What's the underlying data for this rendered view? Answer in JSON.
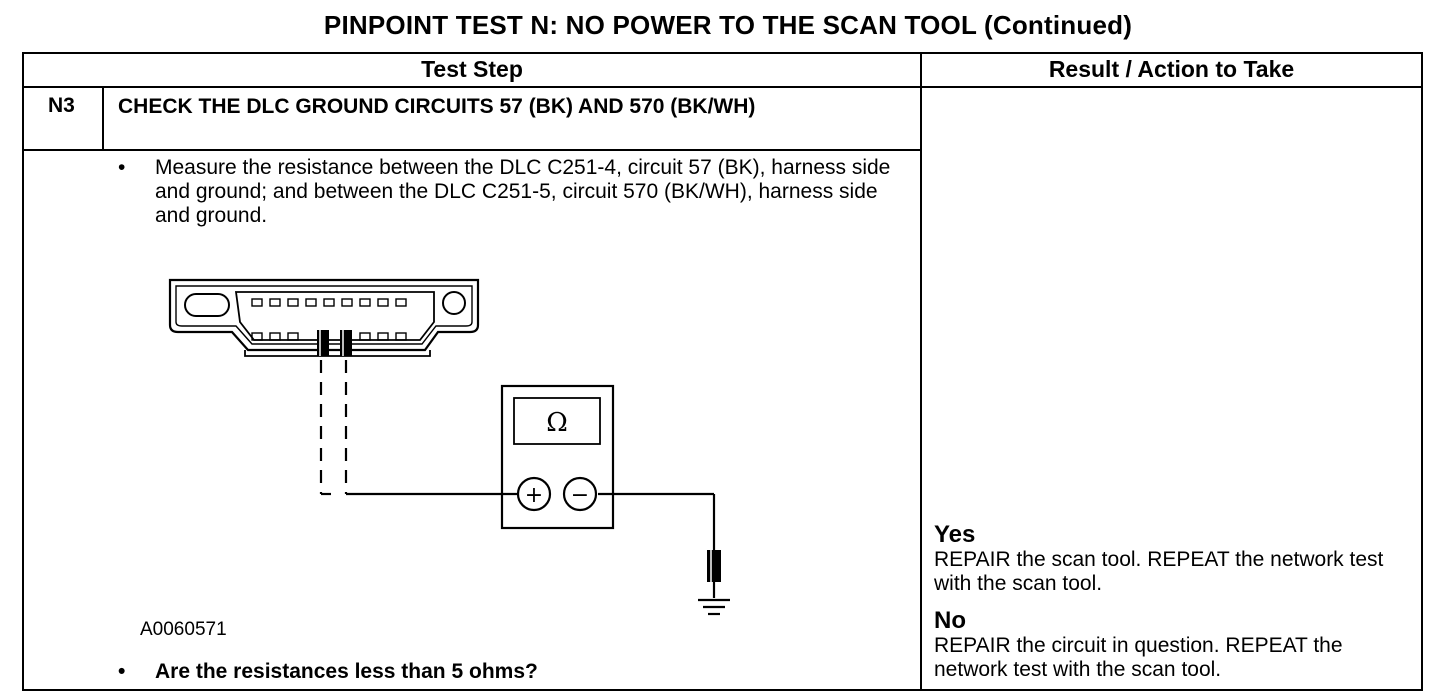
{
  "page": {
    "title": "PINPOINT TEST N: NO POWER TO THE SCAN TOOL (Continued)"
  },
  "table": {
    "col_test_step": "Test Step",
    "col_result": "Result / Action to Take"
  },
  "step": {
    "id": "N3",
    "title": "CHECK THE DLC GROUND CIRCUITS 57 (BK) AND 570 (BK/WH)",
    "instruction": "Measure the resistance between the DLC C251-4, circuit 57 (BK), harness side and ground; and between the DLC C251-5, circuit 570 (BK/WH), harness side and ground.",
    "figure_id": "A0060571",
    "question": "Are the resistances less than 5 ohms?",
    "bullet": "•"
  },
  "meter": {
    "symbol": "Ω",
    "plus": "+",
    "minus": "−"
  },
  "results": [
    {
      "label": "Yes",
      "text": "REPAIR the scan tool. REPEAT the network test with the scan tool."
    },
    {
      "label": "No",
      "text": "REPAIR the circuit in question. REPEAT the network test with the scan tool."
    }
  ]
}
